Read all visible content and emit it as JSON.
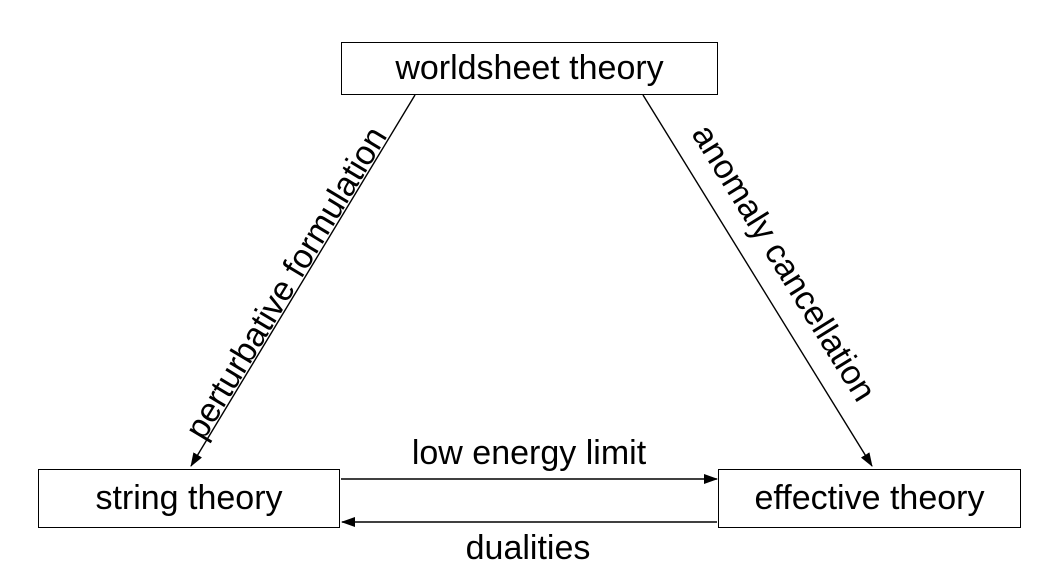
{
  "nodes": {
    "top": "worldsheet theory",
    "left": "string theory",
    "right": "effective theory"
  },
  "edges": {
    "top_to_left": "perturbative formulation",
    "top_to_right": "anomaly cancellation",
    "left_to_right": "low energy limit",
    "right_to_left": "dualities"
  }
}
